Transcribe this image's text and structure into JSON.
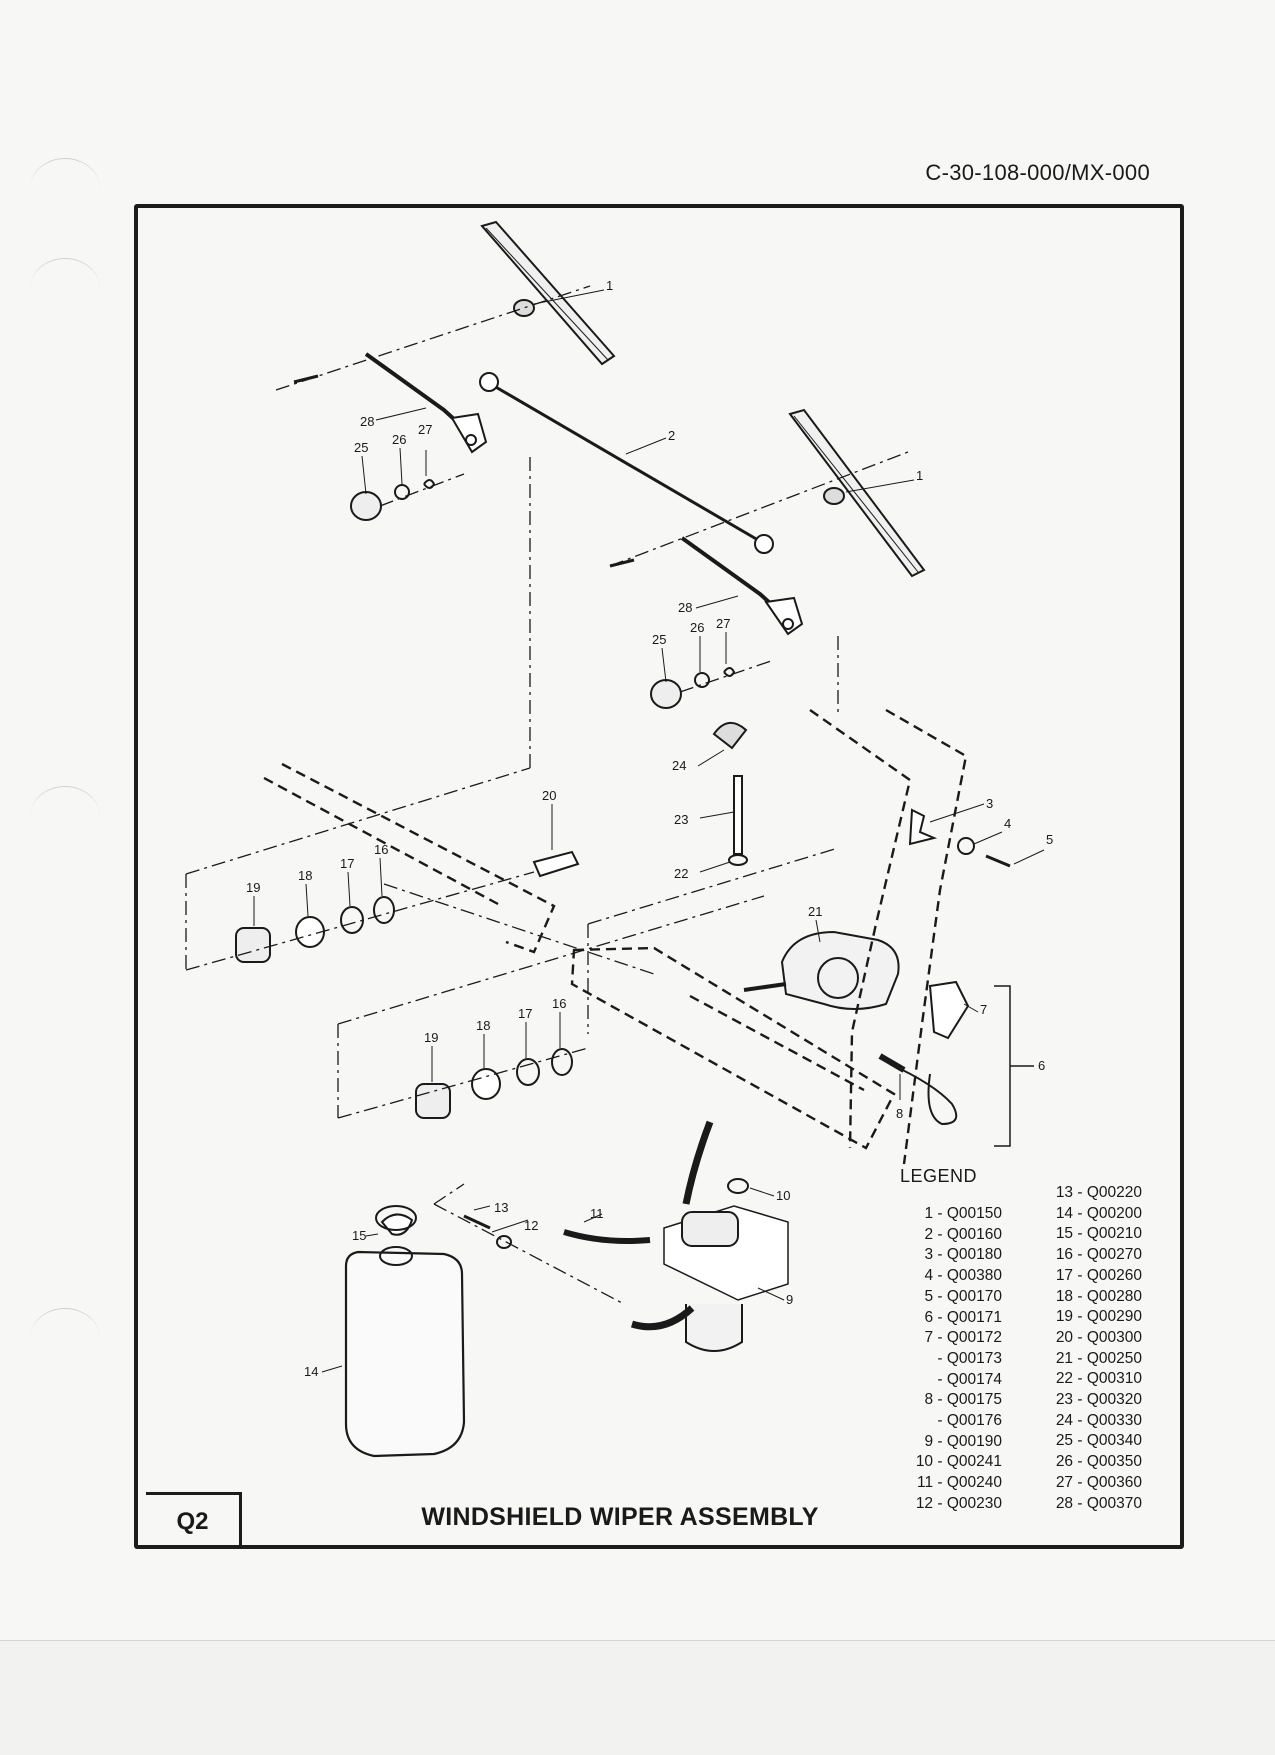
{
  "document_number": "C-30-108-000/MX-000",
  "figure": {
    "code": "Q2",
    "title": "WINDSHIELD WIPER ASSEMBLY"
  },
  "callouts": [
    "1",
    "1",
    "2",
    "3",
    "4",
    "5",
    "6",
    "7",
    "8",
    "9",
    "10",
    "11",
    "12",
    "13",
    "14",
    "15",
    "16",
    "17",
    "18",
    "19",
    "16",
    "17",
    "18",
    "19",
    "20",
    "21",
    "22",
    "23",
    "24",
    "25",
    "26",
    "27",
    "28",
    "25",
    "26",
    "27",
    "28"
  ],
  "legend": {
    "title": "LEGEND",
    "left_column": [
      "1 - Q00150",
      "2 - Q00160",
      "3 - Q00180",
      "4 - Q00380",
      "5 - Q00170",
      "6 - Q00171",
      "7 - Q00172",
      "- Q00173",
      "- Q00174",
      "8 - Q00175",
      "- Q00176",
      "9 - Q00190",
      "10 - Q00241",
      "11 - Q00240",
      "12 - Q00230"
    ],
    "right_column": [
      "13 - Q00220",
      "14 - Q00200",
      "15 - Q00210",
      "16 - Q00270",
      "17 - Q00260",
      "18 - Q00280",
      "19 - Q00290",
      "20 - Q00300",
      "21 - Q00250",
      "22 - Q00310",
      "23 - Q00320",
      "24 - Q00330",
      "25 - Q00340",
      "26 - Q00350",
      "27 - Q00360",
      "28 - Q00370"
    ]
  }
}
